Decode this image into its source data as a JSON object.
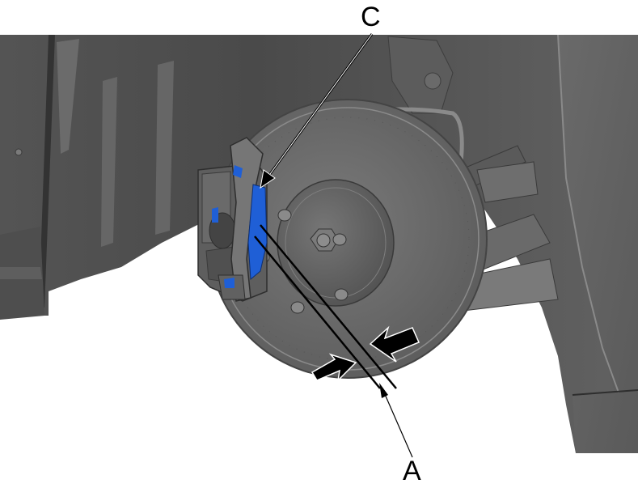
{
  "figure": {
    "subject": "Front brake disc, caliper and brake pad in wheel well",
    "colors": {
      "background": "#ffffff",
      "body_panel": "#5a5a5a",
      "body_panel_dark": "#3f3f3f",
      "body_panel_light": "#7a7a7a",
      "disc": "#6e6e6e",
      "disc_hub": "#5e5e5e",
      "brake_pad_highlight": "#1f5fd6",
      "callout_line": "#000000",
      "arrow_fill": "#000000"
    }
  },
  "callouts": [
    {
      "id": "C",
      "label": "C",
      "target": "brake pad (highlighted blue)"
    },
    {
      "id": "A",
      "label": "A",
      "target": "brake disc thickness measurement"
    }
  ],
  "measurement_arrows": [
    {
      "name": "inner-face-arrow",
      "direction": "pointing up-right"
    },
    {
      "name": "outer-face-arrow",
      "direction": "pointing down-left"
    }
  ]
}
